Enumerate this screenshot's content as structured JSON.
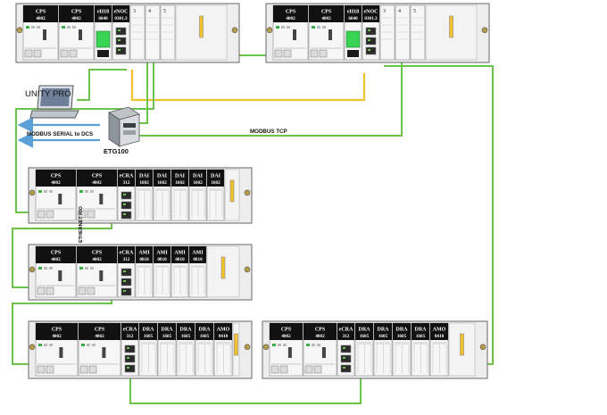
{
  "labels": {
    "unity_pro": "UNITY PRO",
    "modbus_serial": "MODBUS SERIAL to DCS",
    "modbus_tcp": "MODBUS TCP",
    "etg100": "ETG100",
    "ethernet_rio": "ETHERNET RIO"
  },
  "colors": {
    "link_green": "#6cc24a",
    "link_yellow": "#f2c12e",
    "arrow_blue": "#5aa0d6",
    "module_dark": "#111111",
    "rack_fill": "#ededed",
    "rack_border": "#666666"
  },
  "icons": [
    "laptop-icon",
    "gateway-icon",
    "se-logo-icon"
  ],
  "racks": [
    {
      "name": "cpu-rack-a",
      "modules": [
        {
          "l1": "CPS",
          "l2": "4002"
        },
        {
          "l1": "CPS",
          "l2": "4002"
        },
        {
          "l1": "eH18",
          "l2": "6040"
        },
        {
          "l1": "eNOC",
          "l2": "0301.3"
        },
        {
          "l1": "",
          "l2": "3",
          "num_only": true
        },
        {
          "l1": "",
          "l2": "4",
          "num_only": true
        },
        {
          "l1": "",
          "l2": "5",
          "num_only": true
        }
      ]
    },
    {
      "name": "cpu-rack-b",
      "modules": [
        {
          "l1": "CPS",
          "l2": "4002"
        },
        {
          "l1": "CPS",
          "l2": "4002"
        },
        {
          "l1": "eH18",
          "l2": "6040"
        },
        {
          "l1": "eNOC",
          "l2": "0301.3"
        },
        {
          "l1": "",
          "l2": "3",
          "num_only": true
        },
        {
          "l1": "",
          "l2": "4",
          "num_only": true
        },
        {
          "l1": "",
          "l2": "5",
          "num_only": true
        }
      ]
    },
    {
      "name": "io-rack-dai",
      "modules": [
        {
          "l1": "CPS",
          "l2": "4002"
        },
        {
          "l1": "CPS",
          "l2": "4002"
        },
        {
          "l1": "eCRA",
          "l2": "312"
        },
        {
          "l1": "DAI",
          "l2": "1602"
        },
        {
          "l1": "DAI",
          "l2": "1602"
        },
        {
          "l1": "DAI",
          "l2": "1602"
        },
        {
          "l1": "DAI",
          "l2": "1602"
        },
        {
          "l1": "DAI",
          "l2": "1602"
        }
      ]
    },
    {
      "name": "io-rack-ami",
      "modules": [
        {
          "l1": "CPS",
          "l2": "4002"
        },
        {
          "l1": "CPS",
          "l2": "4002"
        },
        {
          "l1": "eCRA",
          "l2": "312"
        },
        {
          "l1": "AMI",
          "l2": "0810"
        },
        {
          "l1": "AMI",
          "l2": "0810"
        },
        {
          "l1": "AMI",
          "l2": "0810"
        },
        {
          "l1": "AMI",
          "l2": "0810"
        }
      ]
    },
    {
      "name": "io-rack-dra-a",
      "modules": [
        {
          "l1": "CPS",
          "l2": "4002"
        },
        {
          "l1": "CPS",
          "l2": "4002"
        },
        {
          "l1": "eCRA",
          "l2": "312"
        },
        {
          "l1": "DRA",
          "l2": "1605"
        },
        {
          "l1": "DRA",
          "l2": "1605"
        },
        {
          "l1": "DRA",
          "l2": "1605"
        },
        {
          "l1": "DRA",
          "l2": "1605"
        },
        {
          "l1": "AMO",
          "l2": "0410"
        }
      ]
    },
    {
      "name": "io-rack-dra-b",
      "modules": [
        {
          "l1": "CPS",
          "l2": "4002"
        },
        {
          "l1": "CPS",
          "l2": "4002"
        },
        {
          "l1": "eCRA",
          "l2": "312"
        },
        {
          "l1": "DRA",
          "l2": "1605"
        },
        {
          "l1": "DRA",
          "l2": "1605"
        },
        {
          "l1": "DRA",
          "l2": "1605"
        },
        {
          "l1": "DRA",
          "l2": "1605"
        },
        {
          "l1": "AMO",
          "l2": "0410"
        }
      ]
    }
  ]
}
